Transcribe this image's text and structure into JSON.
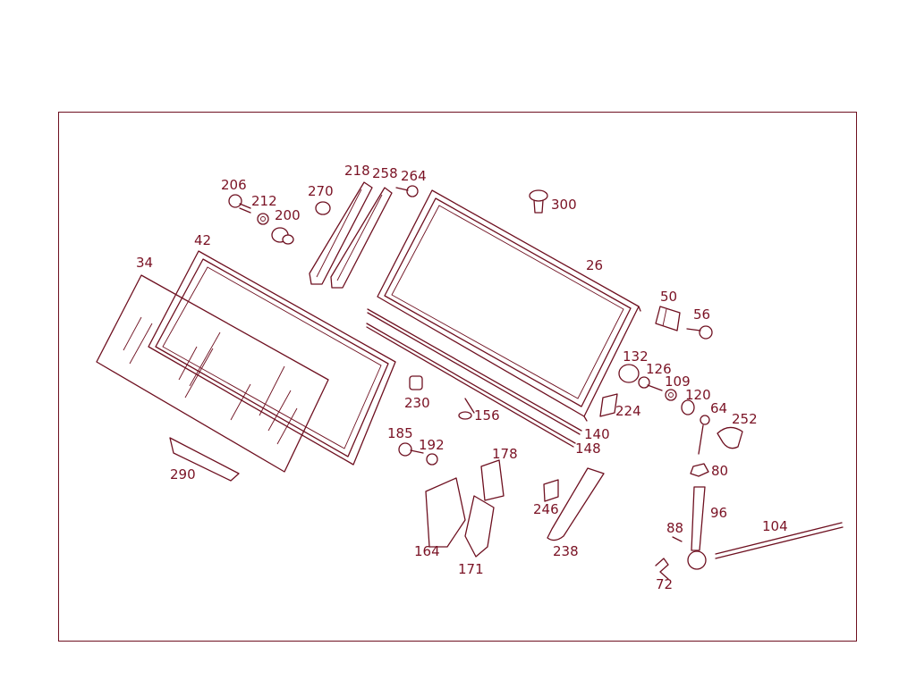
{
  "figure": {
    "colors": {
      "line": "#6e1020",
      "text": "#7a1224",
      "background": "#ffffff"
    },
    "part_numbers": {
      "p206": "206",
      "p212": "212",
      "p200": "200",
      "p270": "270",
      "p218": "218",
      "p258": "258",
      "p264": "264",
      "p300": "300",
      "p42": "42",
      "p34": "34",
      "p26": "26",
      "p50": "50",
      "p56": "56",
      "p132": "132",
      "p126": "126",
      "p109": "109",
      "p120": "120",
      "p230": "230",
      "p156": "156",
      "p224": "224",
      "p64": "64",
      "p252": "252",
      "p185": "185",
      "p192": "192",
      "p178": "178",
      "p140": "140",
      "p148": "148",
      "p80": "80",
      "p290": "290",
      "p246": "246",
      "p96": "96",
      "p88": "88",
      "p104": "104",
      "p164": "164",
      "p171": "171",
      "p238": "238",
      "p72": "72"
    }
  }
}
